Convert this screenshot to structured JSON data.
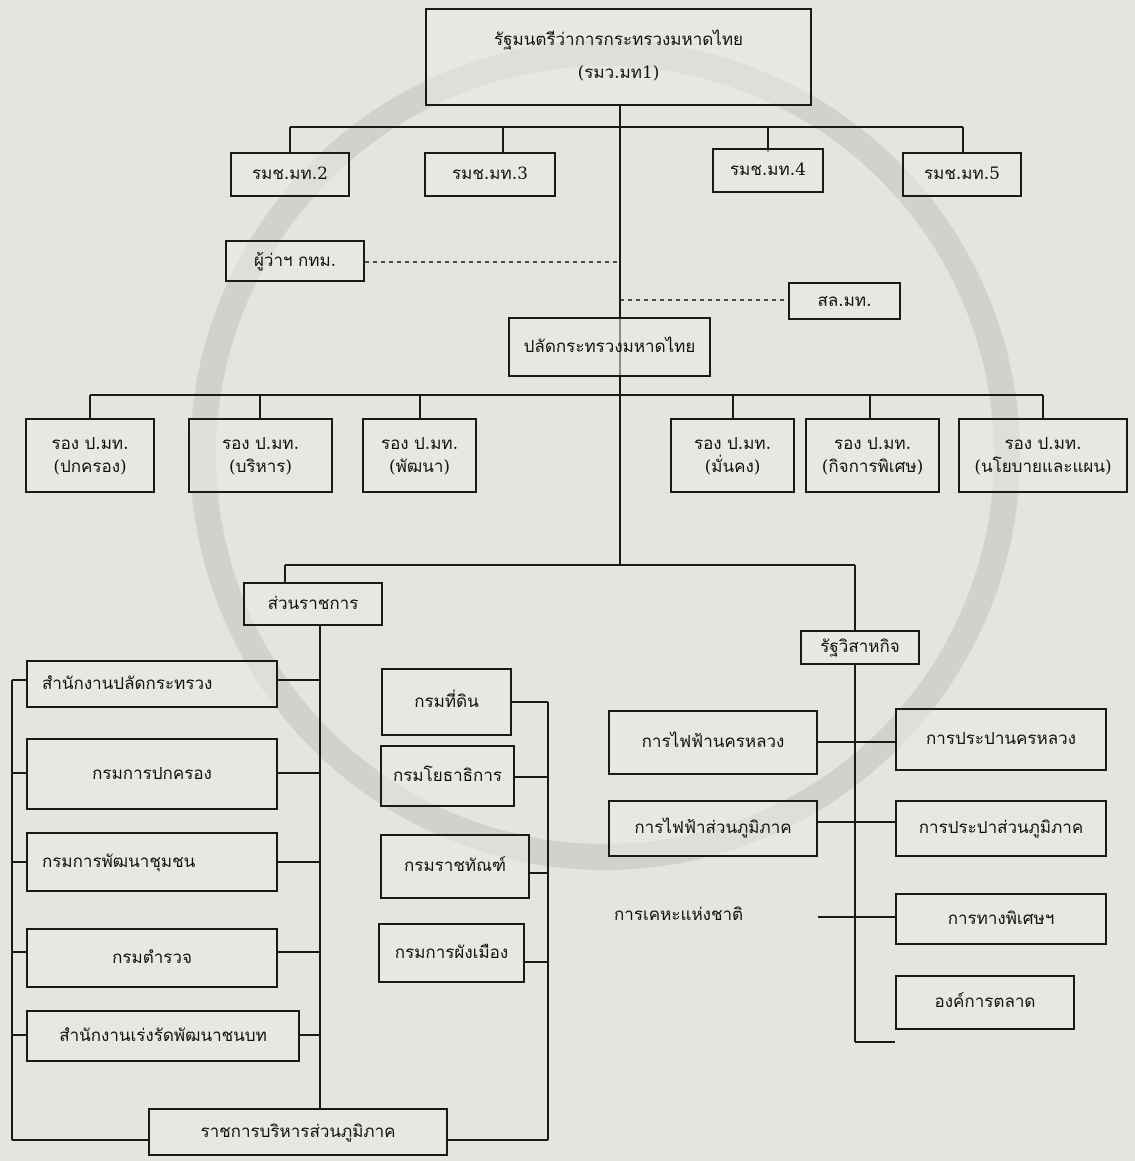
{
  "boxes": {
    "minister": [
      "รัฐมนตรีว่าการกระทรวงมหาดไทย",
      "(รมว.มท1)"
    ],
    "deputy2": "รมช.มท.2",
    "deputy3": "รมช.มท.3",
    "deputy4": "รมช.มท.4",
    "deputy5": "รมช.มท.5",
    "bma_governor": "ผู้ว่าฯ กทม.",
    "ministry_office": "สล.มท.",
    "permanent_secretary": "ปลัดกระทรวงมหาดไทย",
    "dps_admin": [
      "รอง ป.มท.",
      "(ปกครอง)"
    ],
    "dps_management": [
      "รอง ป.มท.",
      "(บริหาร)"
    ],
    "dps_development": [
      "รอง ป.มท.",
      "(พัฒนา)"
    ],
    "dps_security": [
      "รอง ป.มท.",
      "(มั่นคง)"
    ],
    "dps_special": [
      "รอง ป.มท.",
      "(กิจการพิเศษ)"
    ],
    "dps_policy": [
      "รอง ป.มท.",
      "(นโยบายและแผน)"
    ],
    "government_agencies": "ส่วนราชการ",
    "state_enterprises": "รัฐวิสาหกิจ",
    "office_ps": "สำนักงานปลัดกระทรวง",
    "dept_provincial_admin": "กรมการปกครอง",
    "dept_community_dev": "กรมการพัฒนาชุมชน",
    "dept_police": "กรมตำรวจ",
    "office_rural_dev": "สำนักงานเร่งรัดพัฒนาชนบท",
    "dept_lands": "กรมที่ดิน",
    "dept_public_works": "กรมโยธาธิการ",
    "dept_corrections": "กรมราชทัณฑ์",
    "dept_town_planning": "กรมการผังเมือง",
    "regional_admin": "ราชการบริหารส่วนภูมิภาค",
    "mea": "การไฟฟ้านครหลวง",
    "pea": "การไฟฟ้าส่วนภูมิภาค",
    "nha": "การเคหะแห่งชาติ",
    "mwa": "การประปานครหลวง",
    "pwa": "การประปาส่วนภูมิภาค",
    "expressway": "การทางพิเศษฯ",
    "market_org": "องค์การตลาด"
  },
  "colors": {
    "line": "#1a1a1a",
    "background": "#e6e4e1",
    "watermark": "#9a9a9a"
  }
}
